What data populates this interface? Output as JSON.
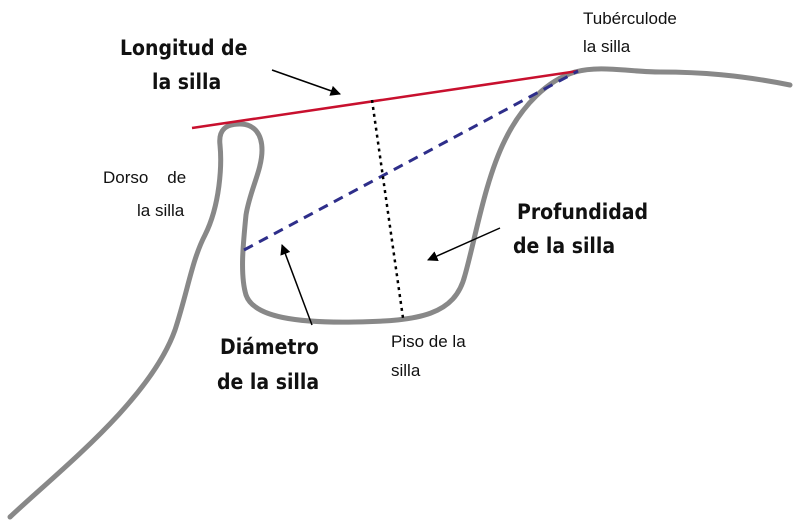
{
  "labels": {
    "longitud_line1": "Longitud de",
    "longitud_line2": "la silla",
    "tuberculo_line1": "Tubérculode",
    "tuberculo_line2": "la silla",
    "dorso_line1": "Dorso    de",
    "dorso_line2": "la silla",
    "profundidad_line1": "Profundidad",
    "profundidad_line2": "de la silla",
    "diametro_line1": "Diámetro",
    "diametro_line2": "de la silla",
    "piso_line1": "Piso de la",
    "piso_line2": "silla"
  },
  "colors": {
    "outline": "#888888",
    "length_line": "#c8102e",
    "diameter_line": "#2e2e8a",
    "depth_line": "#000000",
    "arrow": "#000000",
    "text": "#111111"
  }
}
